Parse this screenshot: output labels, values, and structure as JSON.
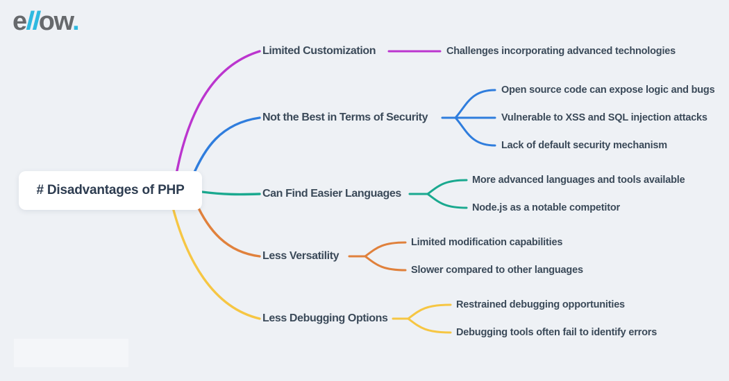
{
  "logo": {
    "e": "e",
    "ll": "ll",
    "ow": "ow",
    "dot": "."
  },
  "colors": {
    "background": "#eef1f5",
    "text": "#3b4a59",
    "logo_gray": "#66696c",
    "logo_cyan": "#2fb9e0",
    "magenta": "#bb35ce",
    "blue": "#2f7ddd",
    "teal": "#1aa98f",
    "orange": "#e0813c",
    "yellow": "#f6c643"
  },
  "root": {
    "label": "# Disadvantages of PHP"
  },
  "branches": [
    {
      "label": "Limited Customization",
      "color": "#bb35ce",
      "children": [
        "Challenges incorporating advanced technologies"
      ]
    },
    {
      "label": "Not the Best in Terms of Security",
      "color": "#2f7ddd",
      "children": [
        "Open source code can expose logic and bugs",
        "Vulnerable to XSS and SQL injection attacks",
        "Lack of default security mechanism"
      ]
    },
    {
      "label": "Can Find Easier Languages",
      "color": "#1aa98f",
      "children": [
        "More advanced languages and tools available",
        "Node.js as a notable competitor"
      ]
    },
    {
      "label": "Less Versatility",
      "color": "#e0813c",
      "children": [
        "Limited modification capabilities",
        "Slower compared to other languages"
      ]
    },
    {
      "label": "Less Debugging Options",
      "color": "#f6c643",
      "children": [
        "Restrained debugging opportunities",
        "Debugging tools often fail to identify errors"
      ]
    }
  ]
}
